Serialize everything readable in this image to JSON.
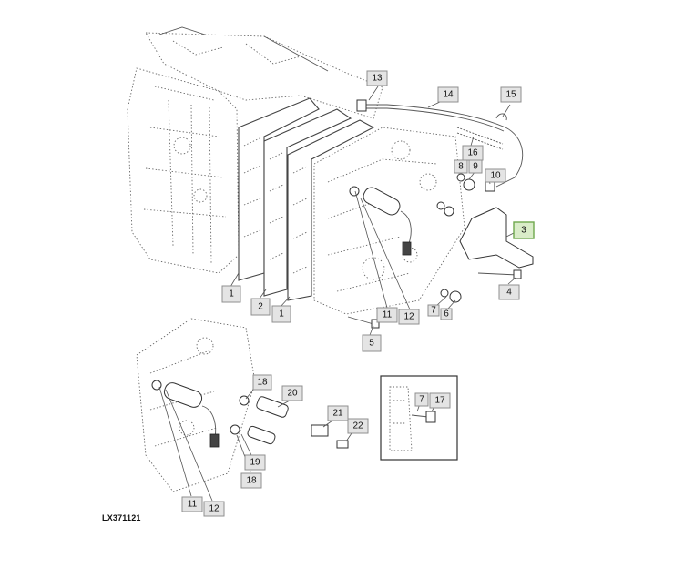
{
  "figure_id": "LX371121",
  "callouts": [
    {
      "id": "c13",
      "label": "13"
    },
    {
      "id": "c14",
      "label": "14"
    },
    {
      "id": "c15",
      "label": "15"
    },
    {
      "id": "c16",
      "label": "16"
    },
    {
      "id": "c8",
      "label": "8"
    },
    {
      "id": "c9",
      "label": "9"
    },
    {
      "id": "c10",
      "label": "10"
    },
    {
      "id": "c3",
      "label": "3",
      "highlighted": true
    },
    {
      "id": "c4",
      "label": "4"
    },
    {
      "id": "c1a",
      "label": "1"
    },
    {
      "id": "c2",
      "label": "2"
    },
    {
      "id": "c1b",
      "label": "1"
    },
    {
      "id": "c11a",
      "label": "11"
    },
    {
      "id": "c12a",
      "label": "12"
    },
    {
      "id": "c7a",
      "label": "7"
    },
    {
      "id": "c6",
      "label": "6"
    },
    {
      "id": "c5",
      "label": "5"
    },
    {
      "id": "c18a",
      "label": "18"
    },
    {
      "id": "c20",
      "label": "20"
    },
    {
      "id": "c21",
      "label": "21"
    },
    {
      "id": "c22",
      "label": "22"
    },
    {
      "id": "c19",
      "label": "19"
    },
    {
      "id": "c18b",
      "label": "18"
    },
    {
      "id": "c11b",
      "label": "11"
    },
    {
      "id": "c12b",
      "label": "12"
    },
    {
      "id": "c7b",
      "label": "7"
    },
    {
      "id": "c17",
      "label": "17"
    }
  ],
  "colors": {
    "callout_fill": "#e4e4e4",
    "callout_highlight": "#d9ecc8",
    "line": "#555555"
  }
}
